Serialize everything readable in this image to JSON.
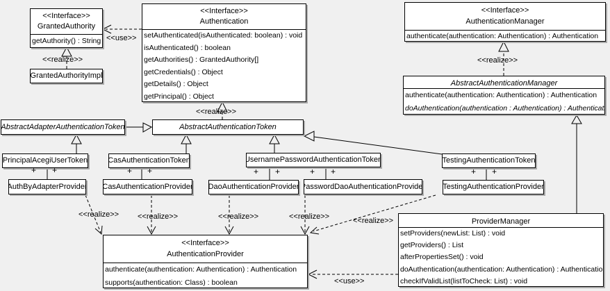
{
  "colors": {
    "background": "#f0f0f0",
    "box_fill": "#ffffff",
    "border": "#000000",
    "shadow": "#aaaaaa"
  },
  "labels": {
    "realize": "<<realize>>",
    "use": "<<use>>",
    "plus": "+"
  },
  "classes": {
    "granted_authority": {
      "stereotype": "<<Interface>>",
      "name": "GrantedAuthority",
      "methods": [
        "getAuthority() : String"
      ]
    },
    "granted_authority_impl": {
      "name": "GrantedAuthorityImpl"
    },
    "authentication": {
      "stereotype": "<<Interface>>",
      "name": "Authentication",
      "methods": [
        "setAuthenticated(isAuthenticated: boolean) : void",
        "isAuthenticated() : boolean",
        "getAuthorities() : GrantedAuthority[]",
        "getCredentials() : Object",
        "getDetails() : Object",
        "getPrincipal() : Object"
      ]
    },
    "authentication_manager": {
      "stereotype": "<<Interface>>",
      "name": "AuthenticationManager",
      "methods": [
        "authenticate(authentication: Authentication) : Authentication"
      ]
    },
    "abstract_authentication_manager": {
      "name": "AbstractAuthenticationManager",
      "abstract": true,
      "methods": [
        "authenticate(authentication: Authentication) : Authentication",
        "doAuthentication(authentication : Authentication) : Authentication"
      ]
    },
    "abstract_adapter_authentication_token": {
      "name": "AbstractAdapterAuthenticationToken",
      "abstract": true
    },
    "abstract_authentication_token": {
      "name": "AbstractAuthenticationToken",
      "abstract": true
    },
    "principal_acegi_user_token": {
      "name": "PrincipalAcegiUserToken"
    },
    "cas_authentication_token": {
      "name": "CasAuthenticationToken"
    },
    "username_password_authentication_token": {
      "name": "UsernamePasswordAuthenticationToken"
    },
    "testing_authentication_token": {
      "name": "TestingAuthenticationToken"
    },
    "auth_by_adapter_provider": {
      "name": "AuthByAdapterProvider"
    },
    "cas_authentication_provider": {
      "name": "CasAuthenticationProvider"
    },
    "dao_authentication_provider": {
      "name": "DaoAuthenticationProvider"
    },
    "password_dao_authentication_provider": {
      "name": "PasswordDaoAuthenticationProvider"
    },
    "testing_authentication_provider": {
      "name": "TestingAuthenticationProvider"
    },
    "authentication_provider": {
      "stereotype": "<<Interface>>",
      "name": "AuthenticationProvider",
      "methods": [
        "authenticate(authentication: Authentication) : Authentication",
        "supports(authentication: Class) : boolean"
      ]
    },
    "provider_manager": {
      "name": "ProviderManager",
      "methods": [
        "setProviders(newList: List) : void",
        "getProviders() : List",
        "afterPropertiesSet() : void",
        "doAuthentication(authentication: Authentication) : Authentication",
        "checkIfValidList(listToCheck: List) : void"
      ]
    }
  },
  "relationships": [
    {
      "from": "Authentication",
      "to": "GrantedAuthority",
      "type": "dependency",
      "label": "<<use>>"
    },
    {
      "from": "GrantedAuthorityImpl",
      "to": "GrantedAuthority",
      "type": "realization",
      "label": "<<realize>>"
    },
    {
      "from": "AbstractAuthenticationToken",
      "to": "Authentication",
      "type": "realization",
      "label": "<<realize>>"
    },
    {
      "from": "AbstractAuthenticationManager",
      "to": "AuthenticationManager",
      "type": "realization",
      "label": "<<realize>>"
    },
    {
      "from": "AbstractAdapterAuthenticationToken",
      "to": "AbstractAuthenticationToken",
      "type": "generalization"
    },
    {
      "from": "PrincipalAcegiUserToken",
      "to": "AbstractAdapterAuthenticationToken",
      "type": "generalization"
    },
    {
      "from": "CasAuthenticationToken",
      "to": "AbstractAuthenticationToken",
      "type": "generalization"
    },
    {
      "from": "UsernamePasswordAuthenticationToken",
      "to": "AbstractAuthenticationToken",
      "type": "generalization"
    },
    {
      "from": "TestingAuthenticationToken",
      "to": "AbstractAuthenticationToken",
      "type": "generalization"
    },
    {
      "from": "ProviderManager",
      "to": "AbstractAuthenticationManager",
      "type": "generalization"
    },
    {
      "from": "PrincipalAcegiUserToken",
      "to": "AuthByAdapterProvider",
      "type": "association",
      "multiplicities": [
        "+",
        "+"
      ]
    },
    {
      "from": "CasAuthenticationToken",
      "to": "CasAuthenticationProvider",
      "type": "association",
      "multiplicities": [
        "+",
        "+"
      ]
    },
    {
      "from": "UsernamePasswordAuthenticationToken",
      "to": "DaoAuthenticationProvider",
      "type": "association",
      "multiplicities": [
        "+",
        "+"
      ]
    },
    {
      "from": "UsernamePasswordAuthenticationToken",
      "to": "PasswordDaoAuthenticationProvider",
      "type": "association",
      "multiplicities": [
        "+",
        "+"
      ]
    },
    {
      "from": "TestingAuthenticationToken",
      "to": "TestingAuthenticationProvider",
      "type": "association",
      "multiplicities": [
        "+",
        "+"
      ]
    },
    {
      "from": "AuthByAdapterProvider",
      "to": "AuthenticationProvider",
      "type": "realization",
      "label": "<<realize>>"
    },
    {
      "from": "CasAuthenticationProvider",
      "to": "AuthenticationProvider",
      "type": "realization",
      "label": "<<realize>>"
    },
    {
      "from": "DaoAuthenticationProvider",
      "to": "AuthenticationProvider",
      "type": "realization",
      "label": "<<realize>>"
    },
    {
      "from": "PasswordDaoAuthenticationProvider",
      "to": "AuthenticationProvider",
      "type": "realization",
      "label": "<<realize>>"
    },
    {
      "from": "TestingAuthenticationProvider",
      "to": "AuthenticationProvider",
      "type": "realization",
      "label": "<<realize>>"
    },
    {
      "from": "ProviderManager",
      "to": "AuthenticationProvider",
      "type": "dependency",
      "label": "<<use>>"
    }
  ]
}
